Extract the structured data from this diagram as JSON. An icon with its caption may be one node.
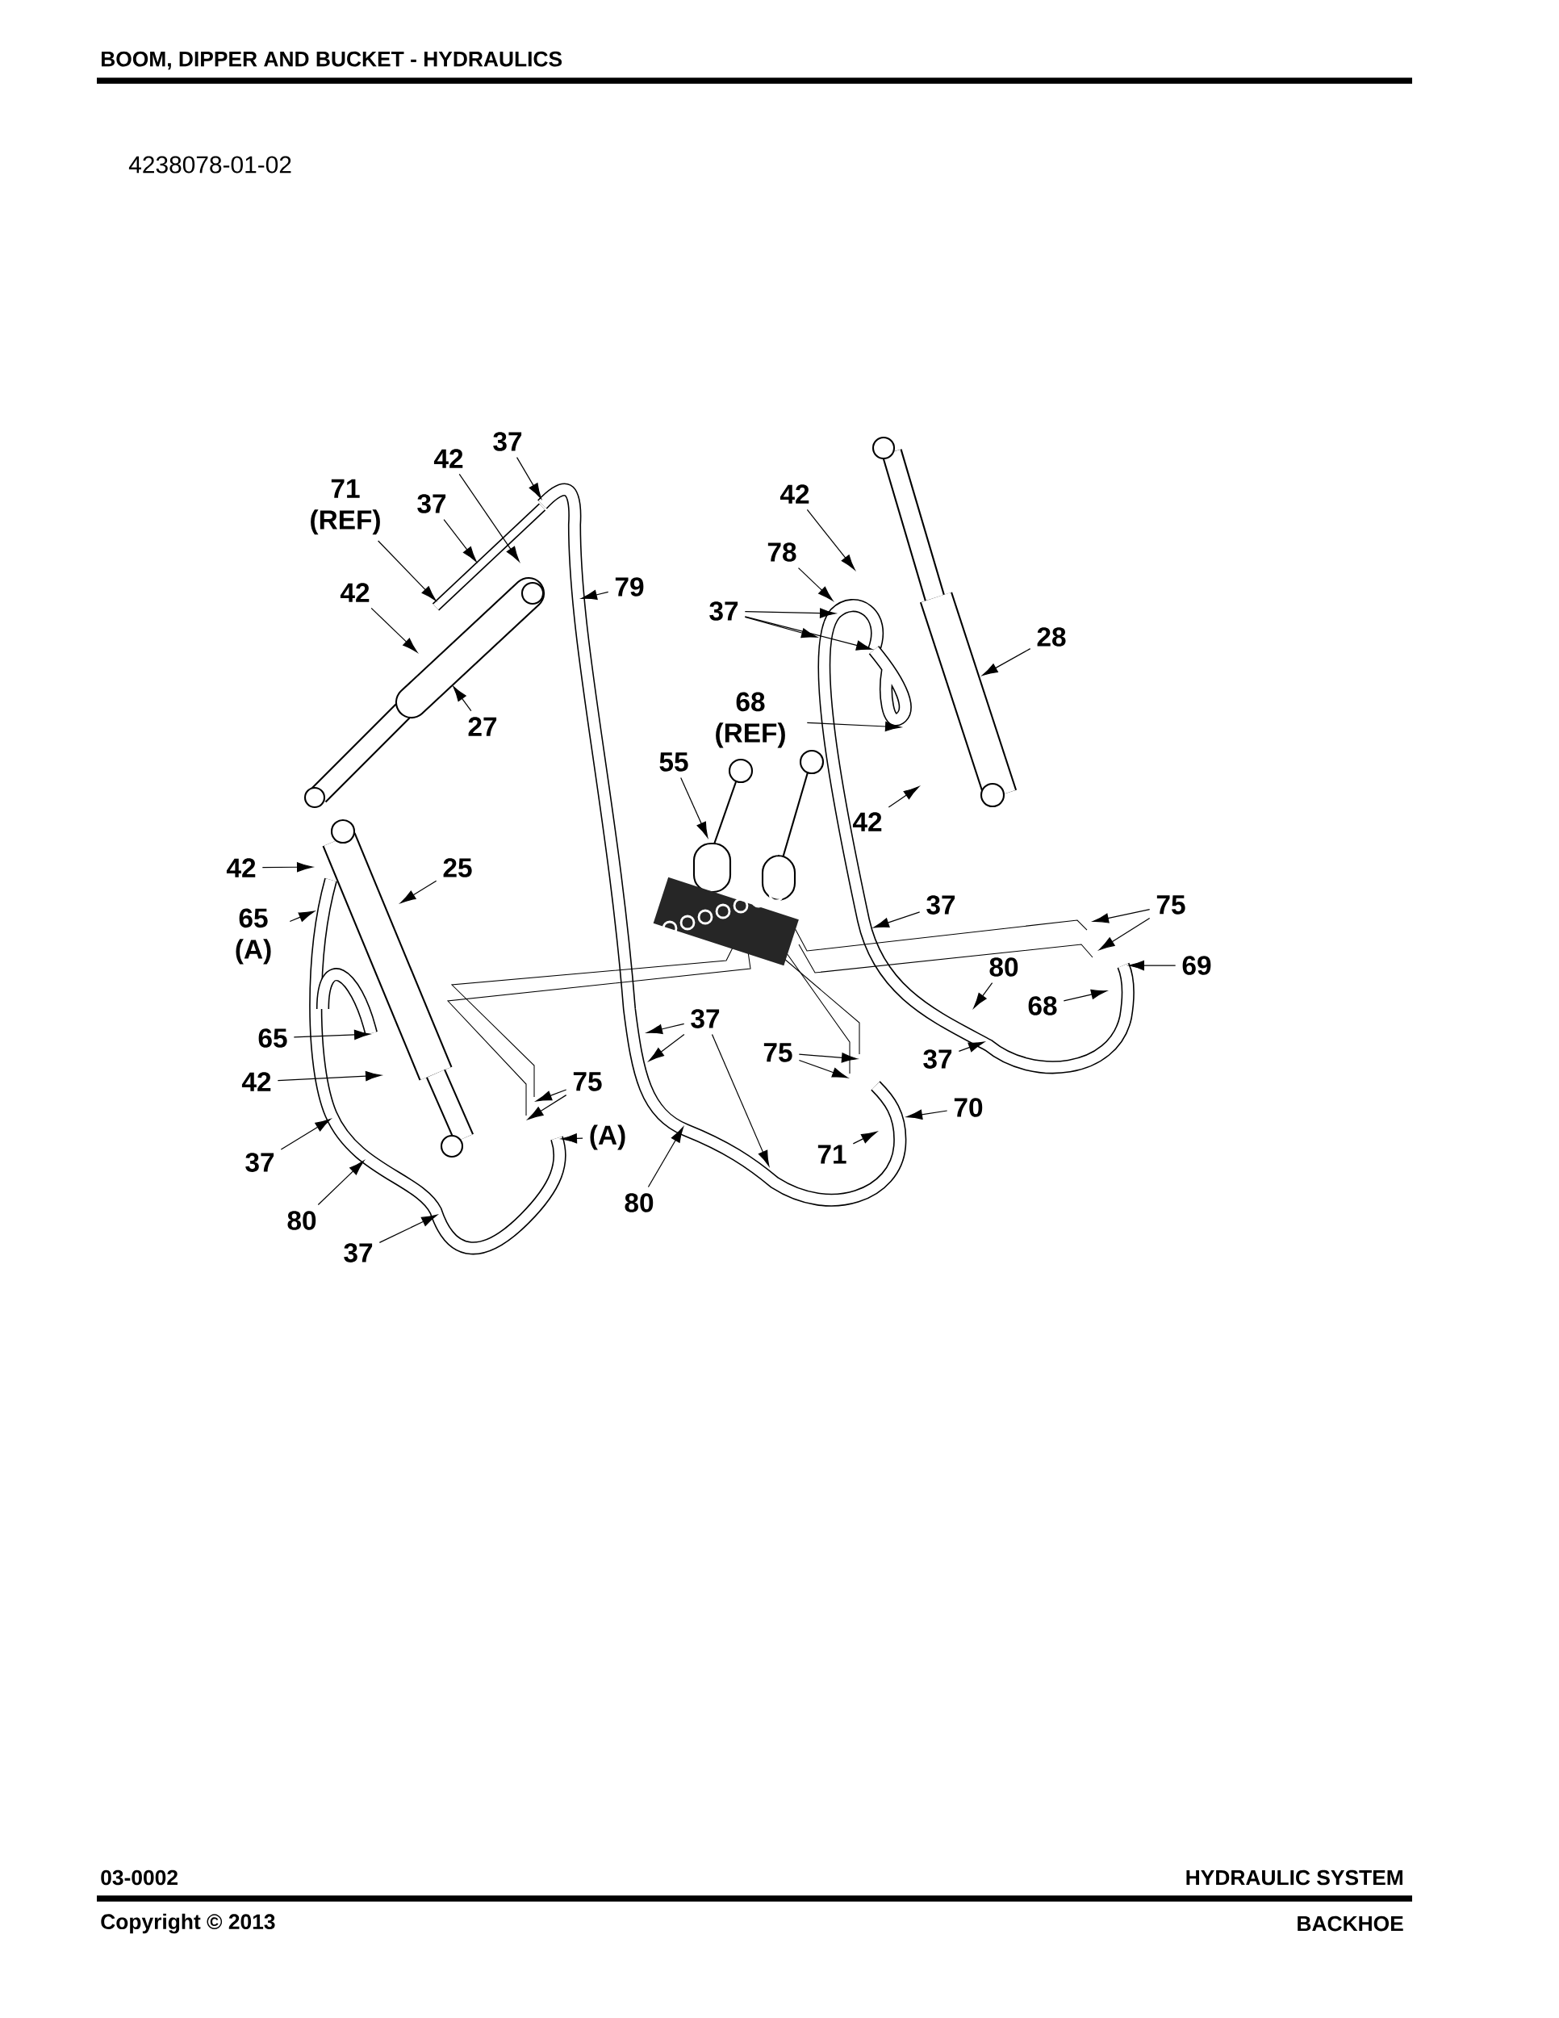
{
  "diagram": {
    "title": "BOOM, DIPPER AND BUCKET - HYDRAULICS",
    "nodes": [
      {
        "text": [
          "37"
        ]
      },
      {
        "text": [
          "42"
        ]
      },
      {
        "text": [
          "37"
        ]
      },
      {
        "text": [
          "71 (REF)"
        ]
      },
      {
        "text": [
          "42"
        ]
      },
      {
        "text": [
          "79"
        ]
      },
      {
        "text": [
          "27"
        ]
      },
      {
        "text": [
          "42"
        ]
      },
      {
        "text": [
          "78"
        ]
      },
      {
        "text": [
          "37"
        ]
      },
      {
        "text": [
          "68 (REF)"
        ]
      },
      {
        "text": [
          "28"
        ]
      },
      {
        "text": [
          "55"
        ]
      },
      {
        "text": [
          "42"
        ]
      },
      {
        "text": [
          "42"
        ]
      },
      {
        "text": [
          "25"
        ]
      },
      {
        "text": [
          "65 (A)"
        ]
      },
      {
        "text": [
          "75"
        ]
      },
      {
        "text": [
          "37"
        ]
      },
      {
        "text": [
          "69"
        ]
      },
      {
        "text": [
          "80"
        ]
      },
      {
        "text": [
          "68"
        ]
      },
      {
        "text": [
          "37"
        ]
      },
      {
        "text": [
          "65"
        ]
      },
      {
        "text": [
          "75"
        ]
      },
      {
        "text": [
          "37"
        ]
      },
      {
        "text": [
          "75"
        ]
      },
      {
        "text": [
          "42"
        ]
      },
      {
        "text": [
          "70"
        ]
      },
      {
        "text": [
          "(A)"
        ]
      },
      {
        "text": [
          "71"
        ]
      },
      {
        "text": [
          "37"
        ]
      },
      {
        "text": [
          "80"
        ]
      },
      {
        "text": [
          "80"
        ]
      },
      {
        "text": [
          "37"
        ]
      }
    ],
    "edges": [
      {
        "from": 0,
        "to": null,
        "arrow": "to"
      },
      {
        "from": 1,
        "to": null,
        "arrow": "to"
      },
      {
        "from": 2,
        "to": null,
        "arrow": "to"
      },
      {
        "from": 3,
        "to": null,
        "arrow": "to"
      },
      {
        "from": 4,
        "to": null,
        "arrow": "to"
      },
      {
        "from": 5,
        "to": null,
        "arrow": "to"
      },
      {
        "from": 6,
        "to": null,
        "arrow": "to"
      },
      {
        "from": 7,
        "to": null,
        "arrow": "to"
      },
      {
        "from": 8,
        "to": null,
        "arrow": "to"
      },
      {
        "from": 9,
        "to": null,
        "arrow": "to"
      },
      {
        "from": 9,
        "to": null,
        "arrow": "to"
      },
      {
        "from": 9,
        "to": null,
        "arrow": "to"
      },
      {
        "from": 10,
        "to": null,
        "arrow": "to"
      },
      {
        "from": 11,
        "to": null,
        "arrow": "to"
      },
      {
        "from": 12,
        "to": null,
        "arrow": "to"
      },
      {
        "from": 13,
        "to": null,
        "arrow": "to"
      },
      {
        "from": 14,
        "to": null,
        "arrow": "to"
      },
      {
        "from": 15,
        "to": null,
        "arrow": "to"
      },
      {
        "from": 16,
        "to": null,
        "arrow": "to"
      },
      {
        "from": 17,
        "to": null,
        "arrow": "to"
      },
      {
        "from": 17,
        "to": null,
        "arrow": "to"
      },
      {
        "from": 18,
        "to": null,
        "arrow": "to"
      },
      {
        "from": 19,
        "to": null,
        "arrow": "to"
      },
      {
        "from": 20,
        "to": null,
        "arrow": "to"
      },
      {
        "from": 21,
        "to": null,
        "arrow": "to"
      },
      {
        "from": 22,
        "to": null,
        "arrow": "to"
      },
      {
        "from": 22,
        "to": null,
        "arrow": "to"
      },
      {
        "from": 22,
        "to": null,
        "arrow": "to"
      },
      {
        "from": 23,
        "to": null,
        "arrow": "to"
      },
      {
        "from": 24,
        "to": null,
        "arrow": "to"
      },
      {
        "from": 24,
        "to": null,
        "arrow": "to"
      },
      {
        "from": 25,
        "to": null,
        "arrow": "to"
      },
      {
        "from": 26,
        "to": null,
        "arrow": "to"
      },
      {
        "from": 26,
        "to": null,
        "arrow": "to"
      },
      {
        "from": 27,
        "to": null,
        "arrow": "to"
      },
      {
        "from": 28,
        "to": null,
        "arrow": "to"
      },
      {
        "from": 29,
        "to": null,
        "arrow": "to"
      },
      {
        "from": 30,
        "to": null,
        "arrow": "to"
      },
      {
        "from": 31,
        "to": null,
        "arrow": "to"
      },
      {
        "from": 32,
        "to": null,
        "arrow": "to"
      },
      {
        "from": 33,
        "to": null,
        "arrow": "to"
      },
      {
        "from": 34,
        "to": null,
        "arrow": "to"
      }
    ],
    "labels": [
      "4238078-01-02",
      "03-0002",
      "HYDRAULIC SYSTEM",
      "Copyright © 2013",
      "BACKHOE"
    ]
  }
}
